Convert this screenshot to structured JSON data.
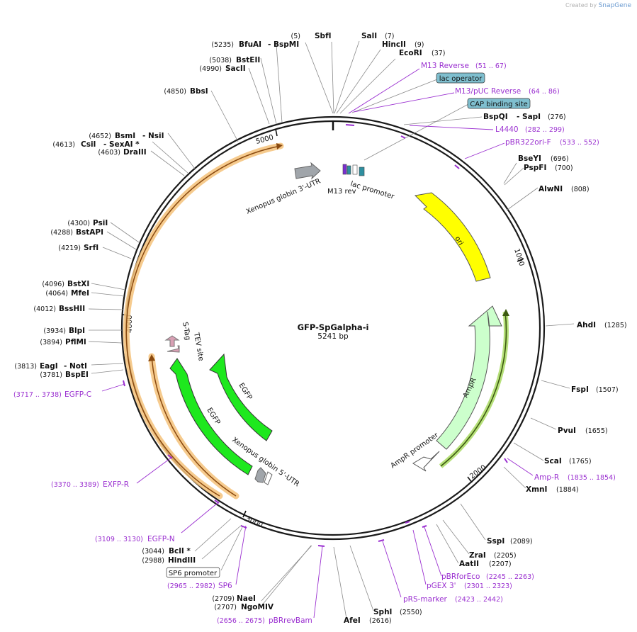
{
  "credit": {
    "prefix": "Created by",
    "brand": "SnapGene"
  },
  "plasmid": {
    "name": "GFP-SpGalpha-i",
    "length_label": "5241 bp",
    "length": 5241
  },
  "colors": {
    "primer": "#9a2fd0",
    "egfp": "#1ee81e",
    "ori": "#ffff00",
    "ampr": "#ccffcc",
    "cds_orange": "#f5c27a",
    "label_box": "#7fbfcf"
  },
  "ticks": [
    {
      "label": "1000",
      "pos": 1000
    },
    {
      "label": "2000",
      "pos": 2000
    },
    {
      "label": "3000",
      "pos": 3000
    },
    {
      "label": "4000",
      "pos": 4000
    },
    {
      "label": "5000",
      "pos": 5000
    }
  ],
  "features": [
    {
      "id": "ori",
      "label": "ori",
      "color": "#ffff00"
    },
    {
      "id": "ampr",
      "label": "AmpR",
      "color": "#ccffcc"
    },
    {
      "id": "ampr-promoter",
      "label": "AmpR promoter",
      "color": "#ffffff"
    },
    {
      "id": "egfp-inner",
      "label": "EGFP",
      "color": "#1ee81e"
    },
    {
      "id": "egfp-outer",
      "label": "EGFP",
      "color": "#1ee81e"
    },
    {
      "id": "xenopus-3utr",
      "label": "Xenopus globin 3'-UTR",
      "color": "#a0a5aa"
    },
    {
      "id": "xenopus-5utr",
      "label": "Xenopus globin 5'-UTR",
      "color": "#a0a5aa"
    },
    {
      "id": "stag",
      "label": "S-Tag",
      "color": "#d8a0b4"
    },
    {
      "id": "tev",
      "label": "TEV site",
      "color": "#d8a0b4"
    },
    {
      "id": "m13rev",
      "label": "M13 rev"
    },
    {
      "id": "lac-promoter",
      "label": "lac promoter"
    }
  ],
  "labels": [
    {
      "name": "SbfI",
      "pos": "(5)",
      "kind": "enzyme"
    },
    {
      "name": "SalI",
      "pos": "(7)",
      "kind": "enzyme"
    },
    {
      "name": "HincII",
      "pos": "(9)",
      "kind": "enzyme"
    },
    {
      "name": "EcoRI",
      "pos": "(37)",
      "kind": "enzyme"
    },
    {
      "name": "M13 Reverse",
      "pos": "(51 .. 67)",
      "kind": "primer"
    },
    {
      "name": "lac operator",
      "pos": "",
      "kind": "box"
    },
    {
      "name": "M13/pUC Reverse",
      "pos": "(64 .. 86)",
      "kind": "primer"
    },
    {
      "name": "CAP binding site",
      "pos": "",
      "kind": "box"
    },
    {
      "name": "BspQI",
      "name2": "SapI",
      "pos": "(276)",
      "kind": "enzyme"
    },
    {
      "name": "L4440",
      "pos": "(282 .. 299)",
      "kind": "primer"
    },
    {
      "name": "pBR322ori-F",
      "pos": "(533 .. 552)",
      "kind": "primer"
    },
    {
      "name": "BseYI",
      "pos": "(696)",
      "kind": "enzyme"
    },
    {
      "name": "PspFI",
      "pos": "(700)",
      "kind": "enzyme"
    },
    {
      "name": "AlwNI",
      "pos": "(808)",
      "kind": "enzyme"
    },
    {
      "name": "AhdI",
      "pos": "(1285)",
      "kind": "enzyme"
    },
    {
      "name": "FspI",
      "pos": "(1507)",
      "kind": "enzyme"
    },
    {
      "name": "PvuI",
      "pos": "(1655)",
      "kind": "enzyme"
    },
    {
      "name": "ScaI",
      "pos": "(1765)",
      "kind": "enzyme"
    },
    {
      "name": "Amp-R",
      "pos": "(1835 .. 1854)",
      "kind": "primer"
    },
    {
      "name": "XmnI",
      "pos": "(1884)",
      "kind": "enzyme"
    },
    {
      "name": "SspI",
      "pos": "(2089)",
      "kind": "enzyme"
    },
    {
      "name": "ZraI",
      "pos": "(2205)",
      "kind": "enzyme"
    },
    {
      "name": "AatII",
      "pos": "(2207)",
      "kind": "enzyme"
    },
    {
      "name": "pBRforEco",
      "pos": "(2245 .. 2263)",
      "kind": "primer"
    },
    {
      "name": "pGEX 3'",
      "pos": "(2301 .. 2323)",
      "kind": "primer"
    },
    {
      "name": "pRS-marker",
      "pos": "(2423 .. 2442)",
      "kind": "primer"
    },
    {
      "name": "SphI",
      "pos": "(2550)",
      "kind": "enzyme"
    },
    {
      "name": "AfeI",
      "pos": "(2616)",
      "kind": "enzyme"
    },
    {
      "name": "pBRrevBam",
      "pos": "(2656 .. 2675)",
      "kind": "primer"
    },
    {
      "name": "NaeI",
      "pos": "(2709)",
      "kind": "enzyme"
    },
    {
      "name": "NgoMIV",
      "pos": "(2707)",
      "kind": "enzyme"
    },
    {
      "name": "SP6",
      "pos": "(2965 .. 2982)",
      "kind": "primer"
    },
    {
      "name": "SP6 promoter",
      "pos": "",
      "kind": "box"
    },
    {
      "name": "HindIII",
      "pos": "(2988)",
      "kind": "enzyme"
    },
    {
      "name": "BclI",
      "pos": "(3044)",
      "star": "*",
      "kind": "enzyme"
    },
    {
      "name": "EGFP-N",
      "pos": "(3109 .. 3130)",
      "kind": "primer"
    },
    {
      "name": "EXFP-R",
      "pos": "(3370 .. 3389)",
      "kind": "primer"
    },
    {
      "name": "EGFP-C",
      "pos": "(3717 .. 3738)",
      "kind": "primer"
    },
    {
      "name": "BspEI",
      "pos": "(3781)",
      "kind": "enzyme"
    },
    {
      "name": "EagI",
      "name2": "NotI",
      "pos": "(3813)",
      "kind": "enzyme"
    },
    {
      "name": "PflMI",
      "pos": "(3894)",
      "kind": "enzyme"
    },
    {
      "name": "BlpI",
      "pos": "(3934)",
      "kind": "enzyme"
    },
    {
      "name": "BssHII",
      "pos": "(4012)",
      "kind": "enzyme"
    },
    {
      "name": "MfeI",
      "pos": "(4064)",
      "kind": "enzyme"
    },
    {
      "name": "BstXI",
      "pos": "(4096)",
      "kind": "enzyme"
    },
    {
      "name": "SrfI",
      "pos": "(4219)",
      "kind": "enzyme"
    },
    {
      "name": "BstAPI",
      "pos": "(4288)",
      "kind": "enzyme"
    },
    {
      "name": "PsiI",
      "pos": "(4300)",
      "kind": "enzyme"
    },
    {
      "name": "DraIII",
      "pos": "(4603)",
      "kind": "enzyme"
    },
    {
      "name": "CsiI",
      "name2": "SexAI",
      "star": "*",
      "pos": "(4613)",
      "kind": "enzyme"
    },
    {
      "name": "BsmI",
      "name2": "NsiI",
      "pos": "(4652)",
      "kind": "enzyme"
    },
    {
      "name": "BbsI",
      "pos": "(4850)",
      "kind": "enzyme"
    },
    {
      "name": "SacII",
      "pos": "(4990)",
      "kind": "enzyme"
    },
    {
      "name": "BstEII",
      "pos": "(5038)",
      "kind": "enzyme"
    },
    {
      "name": "BfuAI",
      "name2": "BspMI",
      "pos": "(5235)",
      "kind": "enzyme"
    }
  ]
}
